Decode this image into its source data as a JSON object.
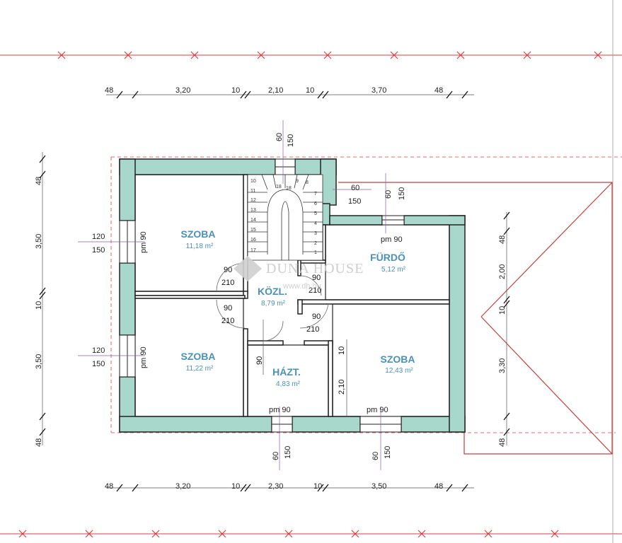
{
  "rooms": {
    "szoba1": {
      "name": "SZOBA",
      "area": "11,18 m²"
    },
    "szoba2": {
      "name": "SZOBA",
      "area": "11,22 m²"
    },
    "szoba3": {
      "name": "SZOBA",
      "area": "12,43 m²"
    },
    "furdo": {
      "name": "FÜRDŐ",
      "area": "5,12 m²"
    },
    "kozl": {
      "name": "KÖZL.",
      "area": "8,79 m²"
    },
    "hazt": {
      "name": "HÁZT.",
      "area": "4,83 m²"
    }
  },
  "dims_top": [
    "48",
    "3,20",
    "10",
    "2,10",
    "10",
    "3,70",
    "48"
  ],
  "dims_bottom": [
    "48",
    "3,20",
    "10",
    "2,30",
    "10",
    "3,50",
    "48"
  ],
  "dims_left": [
    "48",
    "3,50",
    "10",
    "3,50",
    "48"
  ],
  "dims_right": [
    "48",
    "2,00",
    "10",
    "3,30",
    "48"
  ],
  "windows": {
    "w1_width": "120",
    "w1_height": "150",
    "w1_pm": "pm 90",
    "w2_width": "120",
    "w2_height": "150",
    "w2_pm": "pm 90",
    "top_a": "60",
    "top_b": "150",
    "bath_a": "60",
    "bath_b": "60",
    "bath_c": "150",
    "bath_d": "150",
    "bath_pm": "pm 90",
    "bot1_pm": "pm 90",
    "bot1_a": "60",
    "bot1_b": "150",
    "bot2_pm": "pm 90",
    "bot2_a": "60",
    "bot2_b": "150"
  },
  "doors": {
    "d1w": "90",
    "d1h": "210",
    "d2w": "90",
    "d2h": "210",
    "d3w": "90",
    "d3h": "210",
    "d4w": "90",
    "d4h": "210",
    "d5w": "90",
    "d6a": "10",
    "d6b": "2,10"
  },
  "stairs": [
    "1",
    "2",
    "3",
    "4",
    "5",
    "6",
    "7",
    "8",
    "9",
    "10",
    "11",
    "12",
    "13",
    "14",
    "15",
    "16",
    "17",
    "18",
    "18"
  ],
  "watermark": {
    "brand": "DUNA HOUSE",
    "url": "www.dh.hu"
  },
  "colors": {
    "wall_fill": "#a8d8cc",
    "wall_line": "#222222",
    "axis": "#d64040",
    "room_text": "#4a90b8"
  }
}
